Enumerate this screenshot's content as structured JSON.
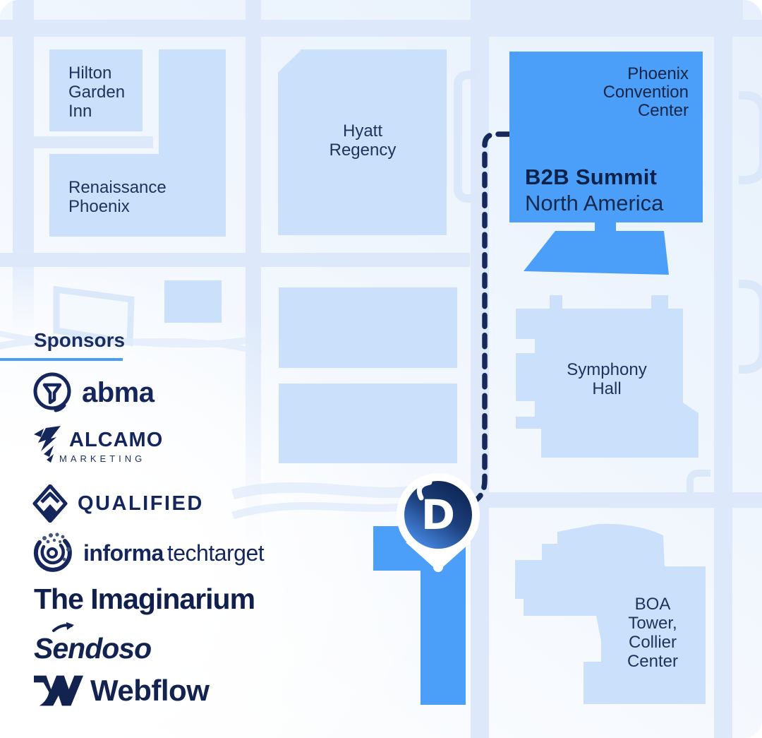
{
  "map": {
    "buildings": {
      "hilton_garden_inn": "Hilton\nGarden\nInn",
      "renaissance_phoenix": "Renaissance\nPhoenix",
      "hyatt_regency": "Hyatt\nRegency",
      "phoenix_convention_center": "Phoenix\nConvention\nCenter",
      "symphony_hall": "Symphony\nHall",
      "boa_tower_collier_center": "BOA\nTower,\nCollier\nCenter"
    },
    "event": {
      "title": "B2B Summit",
      "subtitle": "North America"
    },
    "pin": {
      "letter": "D"
    }
  },
  "sponsors": {
    "title": "Sponsors",
    "items": [
      {
        "name": "abma"
      },
      {
        "name": "ALCAMO",
        "sub": "MARKETING"
      },
      {
        "name": "QUALIFIED"
      },
      {
        "name": "informa",
        "suffix": "techtarget"
      },
      {
        "name": "The Imaginarium"
      },
      {
        "name": "Sendoso"
      },
      {
        "name": "Webflow"
      }
    ]
  },
  "colors": {
    "accent_blue": "#4B9FF8",
    "building_blue": "#CBE1FB",
    "street_blue": "#DDE9FB",
    "navy": "#16295A",
    "rule_blue": "#4A9CF6"
  }
}
